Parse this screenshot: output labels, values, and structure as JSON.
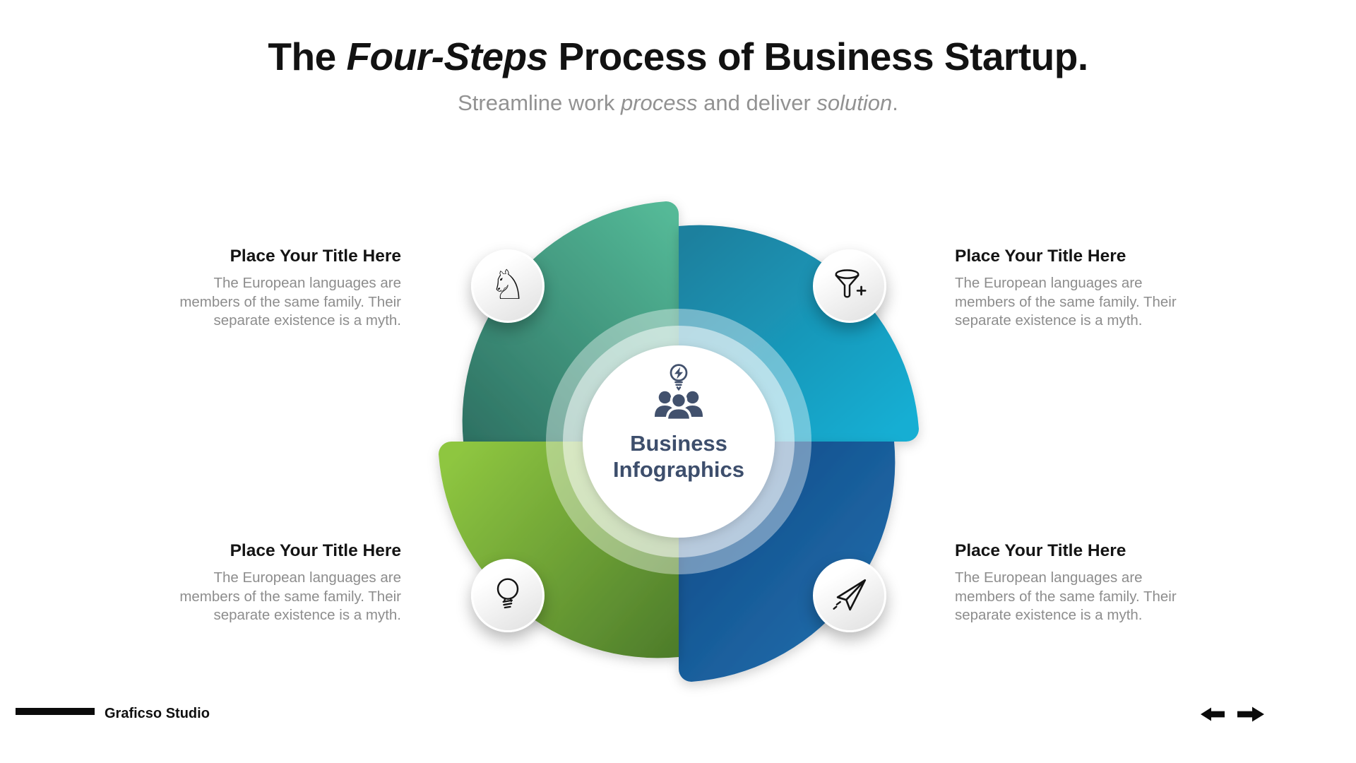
{
  "title": {
    "part1": "The ",
    "part2_italic": "Four-Steps",
    "part3": " Process of Business Startup."
  },
  "subtitle": {
    "part1": "Streamline work ",
    "part2_italic": "process",
    "part3": " and deliver ",
    "part4_italic": "solution",
    "part5": "."
  },
  "center_badge": {
    "icon": "team-idea-icon",
    "line1": "Business",
    "line2": "Infographics",
    "text_color": "#3d4e6c"
  },
  "steps": [
    {
      "id": "top-left",
      "icon": "chess-knight-icon",
      "title": "Place Your Title Here",
      "body": "The European languages are members of the same family. Their separate existence is a myth.",
      "quadrant_gradient": [
        "#54b997",
        "#2d7062"
      ]
    },
    {
      "id": "top-right",
      "icon": "funnel-plus-icon",
      "title": "Place Your Title Here",
      "body": "The European languages are members of the same family. Their separate existence is a myth.",
      "quadrant_gradient": [
        "#1f809e",
        "#13aed3"
      ]
    },
    {
      "id": "bottom-left",
      "icon": "lightbulb-icon",
      "title": "Place Your Title Here",
      "body": "The European languages are members of the same family. Their separate existence is a myth.",
      "quadrant_gradient": [
        "#8ec640",
        "#4e7d2b"
      ]
    },
    {
      "id": "bottom-right",
      "icon": "paper-plane-icon",
      "title": "Place Your Title Here",
      "body": "The European languages are members of the same family. Their separate existence is a myth.",
      "quadrant_gradient": [
        "#2471af",
        "#0e4a87"
      ]
    }
  ],
  "footer": {
    "brand": "Graficso Studio"
  },
  "nav": {
    "prev_icon": "left-arrow-icon",
    "next_icon": "right-arrow-icon"
  },
  "colors": {
    "title_text": "#121212",
    "subtitle_text": "#929292",
    "step_body_text": "#8d8d8d",
    "icon_stroke": "#141414",
    "ring_overlay": "#ffffff"
  }
}
